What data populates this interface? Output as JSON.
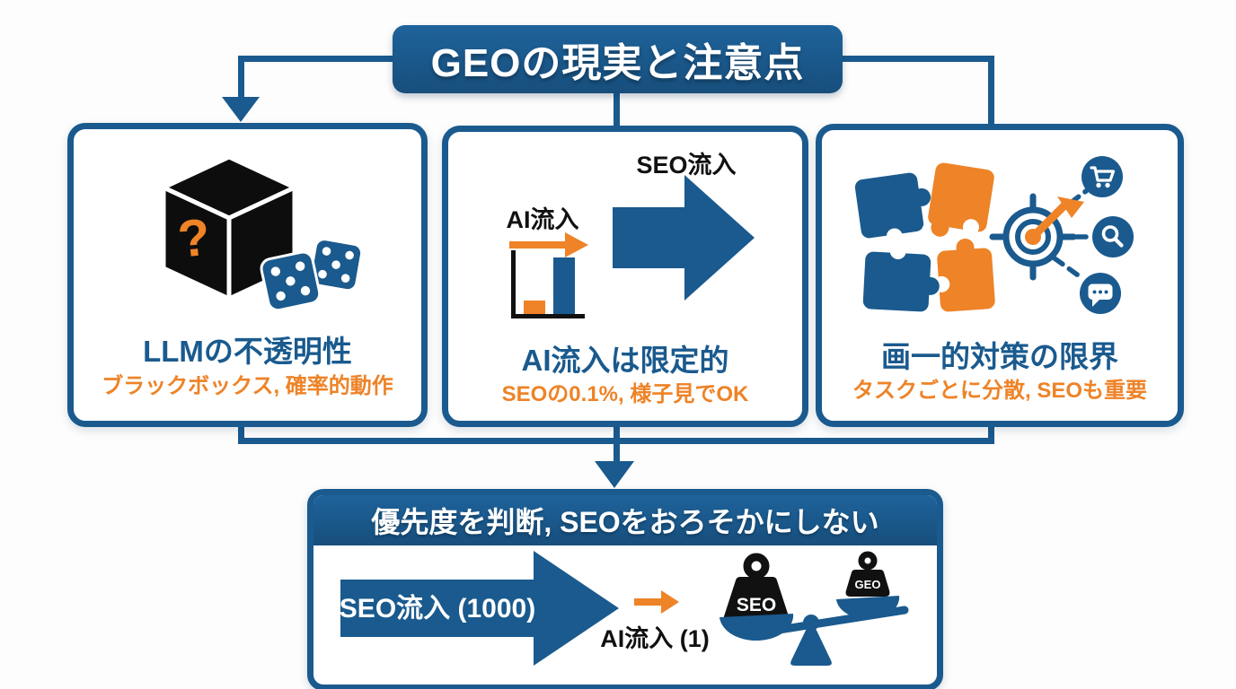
{
  "title": "GEOの現実と注意点",
  "colors": {
    "blue": "#1a5a8e",
    "orange": "#ee8327",
    "black": "#111111"
  },
  "cards": [
    {
      "icon": "question-cube-and-dice-icon",
      "cube_glyph": "?",
      "title": "LLMの不透明性",
      "subtitle": "ブラックボックス, 確率的動作"
    },
    {
      "icon": "small-ai-vs-big-seo-arrow-icon",
      "seo_arrow_label": "SEO流入",
      "ai_arrow_label": "AI流入",
      "title": "AI流入は限定的",
      "subtitle": "SEOの0.1%, 様子見でOK"
    },
    {
      "icon": "puzzle-target-channels-icon",
      "channel_icons": [
        "cart-icon",
        "search-icon",
        "chat-icon"
      ],
      "title": "画一的対策の限界",
      "subtitle": "タスクごとに分散, SEOも重要"
    }
  ],
  "bottom": {
    "header": "優先度を判断, SEOをおろそかにしない",
    "seo_arrow_label": "SEO流入 (1000)",
    "ai_arrow_label": "AI流入 (1)",
    "scale": {
      "left_weight": "SEO",
      "right_weight": "GEO"
    }
  }
}
